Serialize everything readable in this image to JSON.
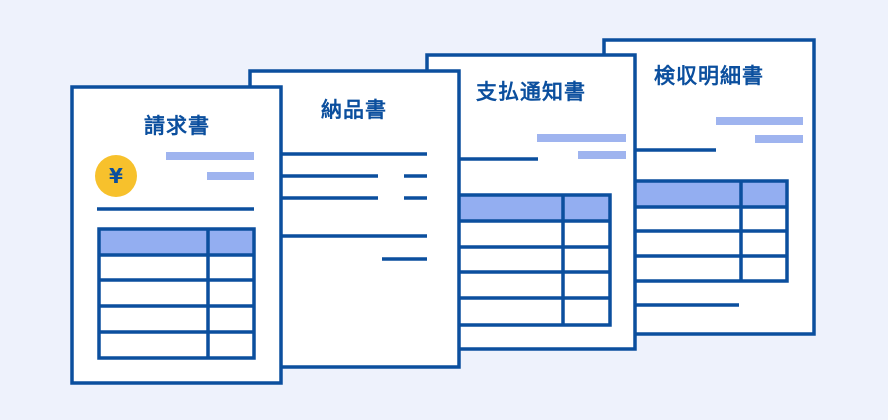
{
  "colors": {
    "background": "#eef2fc",
    "document_fill": "#ffffff",
    "document_stroke": "#0b4f9e",
    "title_text": "#0b4f9e",
    "accent_line": "#9fb4ef",
    "table_header": "#93aef1",
    "coin": "#f7c12c",
    "coin_symbol": "#0b4f9e"
  },
  "documents": [
    {
      "title": "検収明細書"
    },
    {
      "title": "支払通知書"
    },
    {
      "title": "納品書"
    },
    {
      "title": "請求書",
      "symbol": "¥",
      "symbol_icon": "yen-coin-icon"
    }
  ]
}
